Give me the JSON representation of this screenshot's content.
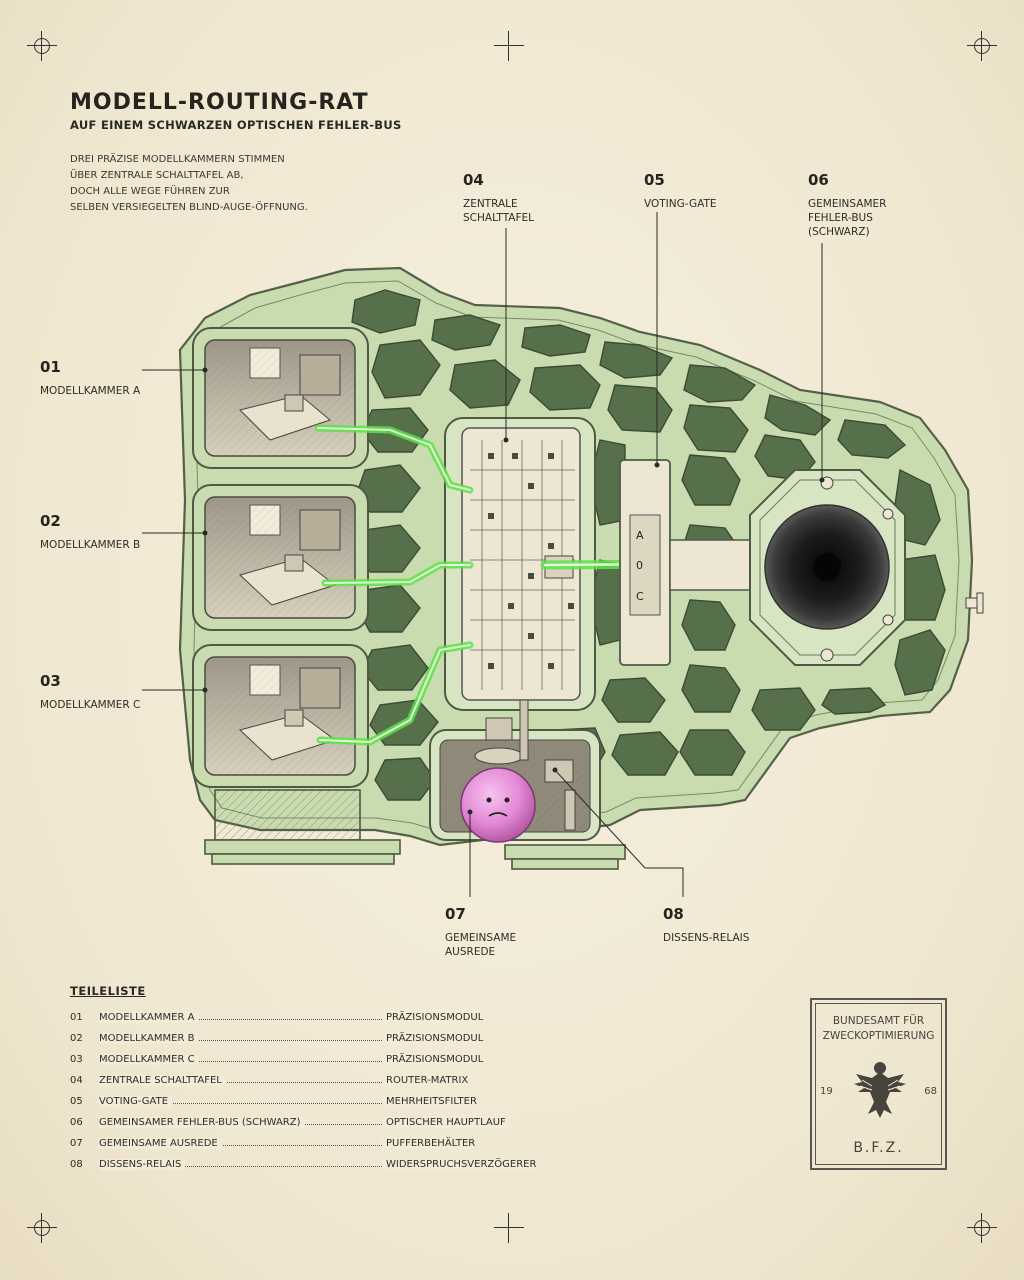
{
  "title": "MODELL-ROUTING-RAT",
  "subtitle": "AUF EINEM SCHWARZEN OPTISCHEN FEHLER-BUS",
  "intro": [
    "DREI PRÄZISE MODELLKAMMERN STIMMEN",
    "ÜBER ZENTRALE SCHALTTAFEL AB,",
    "DOCH ALLE WEGE FÜHREN ZUR",
    "SELBEN VERSIEGELTEN BLIND-AUGE-ÖFFNUNG."
  ],
  "callouts": {
    "c01": {
      "num": "01",
      "label": [
        "MODELLKAMMER A"
      ]
    },
    "c02": {
      "num": "02",
      "label": [
        "MODELLKAMMER B"
      ]
    },
    "c03": {
      "num": "03",
      "label": [
        "MODELLKAMMER C"
      ]
    },
    "c04": {
      "num": "04",
      "label": [
        "ZENTRALE",
        "SCHALTTAFEL"
      ]
    },
    "c05": {
      "num": "05",
      "label": [
        "VOTING-GATE"
      ]
    },
    "c06": {
      "num": "06",
      "label": [
        "GEMEINSAMER",
        "FEHLER-BUS",
        "(SCHWARZ)"
      ]
    },
    "c07": {
      "num": "07",
      "label": [
        "GEMEINSAME",
        "AUSREDE"
      ]
    },
    "c08": {
      "num": "08",
      "label": [
        "DISSENS-RELAIS"
      ]
    }
  },
  "gate_letters": [
    "A",
    "0",
    "C"
  ],
  "parts_title": "TEILELISTE",
  "parts": [
    {
      "n": "01",
      "name": "MODELLKAMMER A",
      "desc": "PRÄZISIONSMODUL"
    },
    {
      "n": "02",
      "name": "MODELLKAMMER B",
      "desc": "PRÄZISIONSMODUL"
    },
    {
      "n": "03",
      "name": "MODELLKAMMER C",
      "desc": "PRÄZISIONSMODUL"
    },
    {
      "n": "04",
      "name": "ZENTRALE SCHALTTAFEL",
      "desc": "ROUTER-MATRIX"
    },
    {
      "n": "05",
      "name": "VOTING-GATE",
      "desc": "MEHRHEITSFILTER"
    },
    {
      "n": "06",
      "name": "GEMEINSAMER FEHLER-BUS (SCHWARZ)",
      "desc": "OPTISCHER HAUPTLAUF"
    },
    {
      "n": "07",
      "name": "GEMEINSAME AUSREDE",
      "desc": "PUFFERBEHÄLTER"
    },
    {
      "n": "08",
      "name": "DISSENS-RELAIS",
      "desc": "WIDERSPRUCHSVERZÖGERER"
    }
  ],
  "stamp": {
    "line1": "BUNDESAMT FÜR",
    "line2": "ZWECKOPTIMIERUNG",
    "year_left": "19",
    "year_right": "68",
    "initials": "B.F.Z."
  },
  "colors": {
    "paper": "#f3ecd9",
    "frame_green": "#c9dcb0",
    "cell_dark": "#55704a",
    "glow_green": "#5fe04a",
    "ink": "#2a2925",
    "flask_pink": "#e48ad6"
  }
}
